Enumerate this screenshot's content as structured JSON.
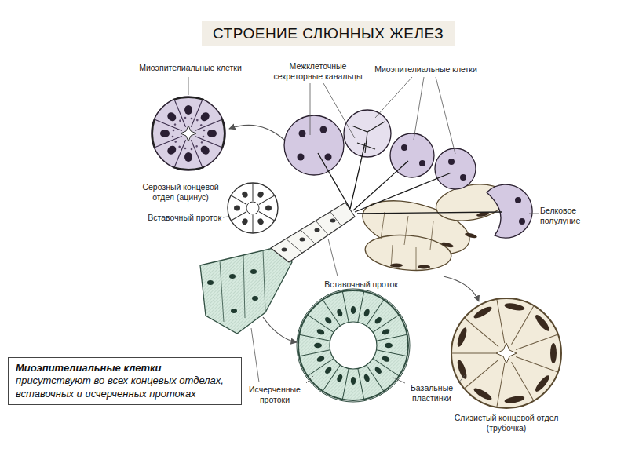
{
  "diagram": {
    "title": "СТРОЕНИЕ СЛЮННЫХ ЖЕЛЕЗ",
    "nodes": [
      {
        "text": [
          "Миоэпителиальные клетки",
          "присутствуют во всех концевых отделах, вставочных и исчерченных протоках"
        ]
      }
    ],
    "labels": [
      "Миоэпителиальные клетки",
      "Межклеточные секреторные канальцы",
      "Миоэпителиальные клетки",
      "Серозный концевой отдел (ацинус)",
      "Вставочный проток",
      "Белковое полулуние",
      "Вставочный проток",
      "Исчерченные протоки",
      "Базальные пластинки",
      "Слизистый концевой отдел (трубочка)"
    ]
  }
}
